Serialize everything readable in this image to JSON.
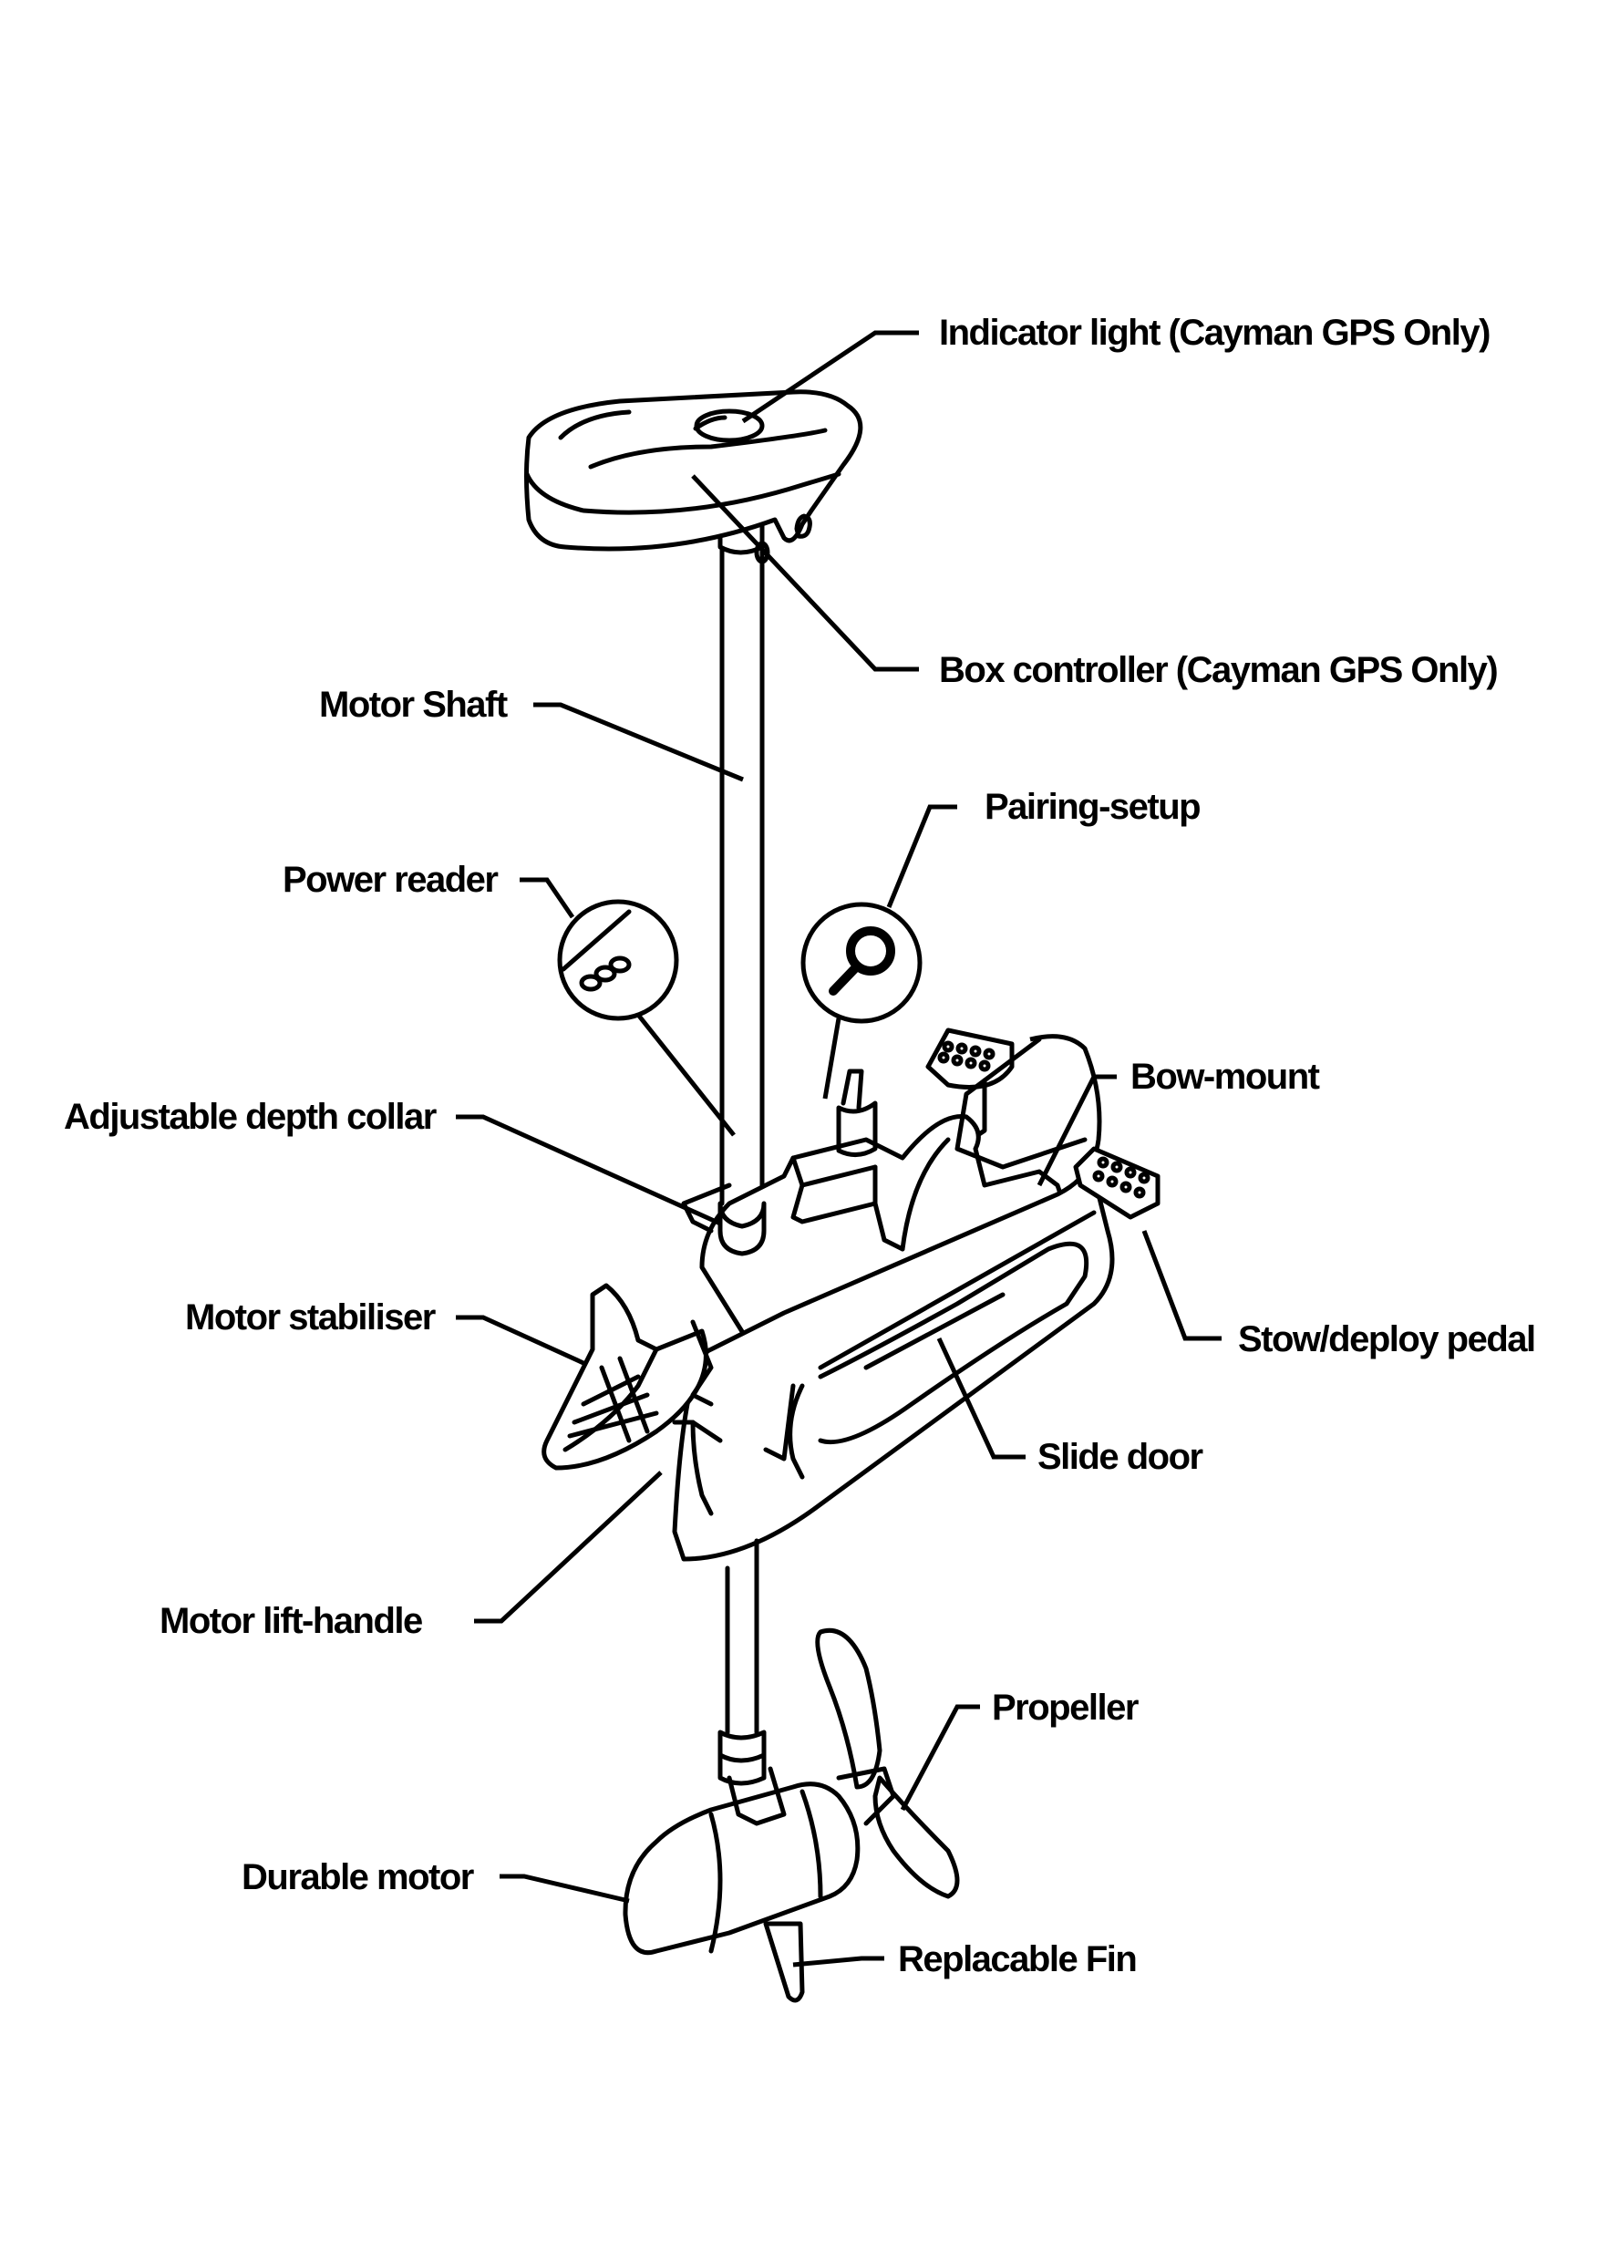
{
  "diagram": {
    "type": "labeled-product-illustration",
    "subject": "Bow-mount trolling motor",
    "stroke_color": "#000000",
    "background_color": "#ffffff",
    "labels": {
      "indicator_light": "Indicator light (Cayman GPS Only)",
      "box_controller": "Box controller (Cayman GPS Only)",
      "motor_shaft": "Motor Shaft",
      "pairing_setup": "Pairing-setup",
      "power_reader": "Power reader",
      "bow_mount": "Bow-mount",
      "adjustable_depth_collar": "Adjustable depth collar",
      "stow_deploy_pedal": "Stow/deploy pedal",
      "motor_stabiliser": "Motor stabiliser",
      "slide_door": "Slide door",
      "motor_lift_handle": "Motor lift-handle",
      "propeller": "Propeller",
      "durable_motor": "Durable motor",
      "replacable_fin": "Replacable Fin"
    },
    "callout_icons": {
      "power_reader": "three-dots-indicator-icon",
      "pairing_setup": "magnifier-icon"
    }
  }
}
